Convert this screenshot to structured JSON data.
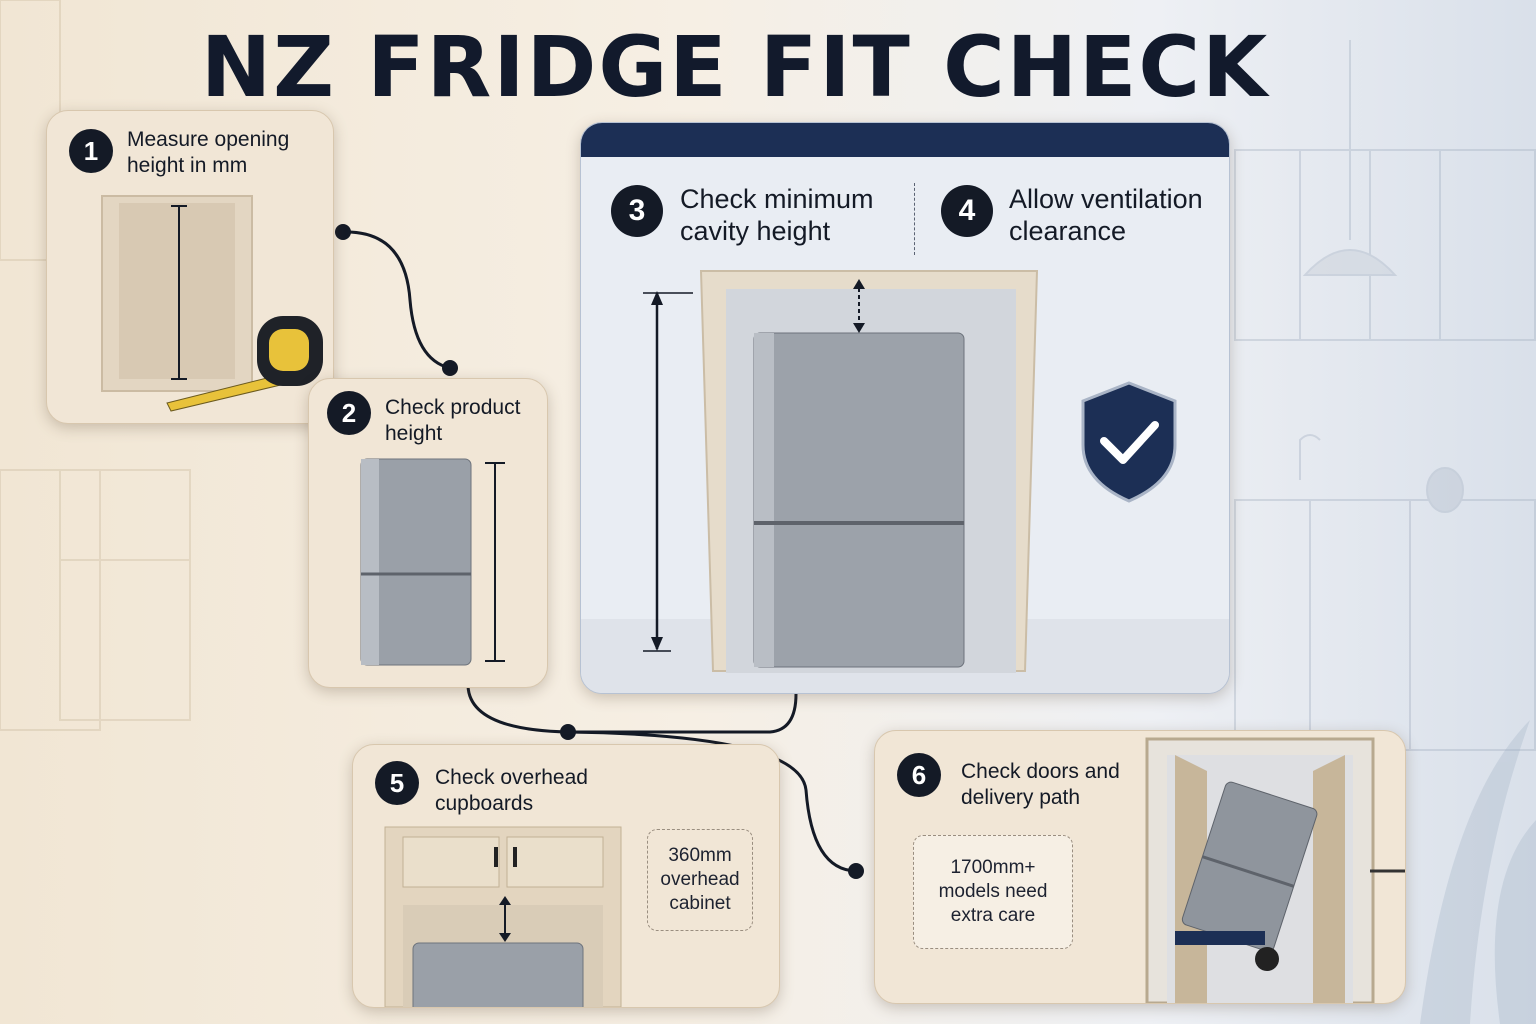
{
  "title": "NZ FRIDGE FIT CHECK",
  "steps": [
    {
      "number": "1",
      "label": "Measure opening\nheight in mm"
    },
    {
      "number": "2",
      "label": "Check product\nheight"
    },
    {
      "number": "3",
      "label": "Check minimum\ncavity height"
    },
    {
      "number": "4",
      "label": "Allow ventilation\nclearance"
    },
    {
      "number": "5",
      "label": "Check overhead\ncupboards"
    },
    {
      "number": "6",
      "label": "Check doors and\ndelivery path"
    }
  ],
  "notes": {
    "overhead": "360mm\noverhead\ncabinet",
    "delivery": "1700mm+\nmodels need\nextra care"
  },
  "colors": {
    "navy": "#1c2f55",
    "beige": "#f1e6d6",
    "panel": "#e9edf3",
    "steel": "#8a9099"
  }
}
